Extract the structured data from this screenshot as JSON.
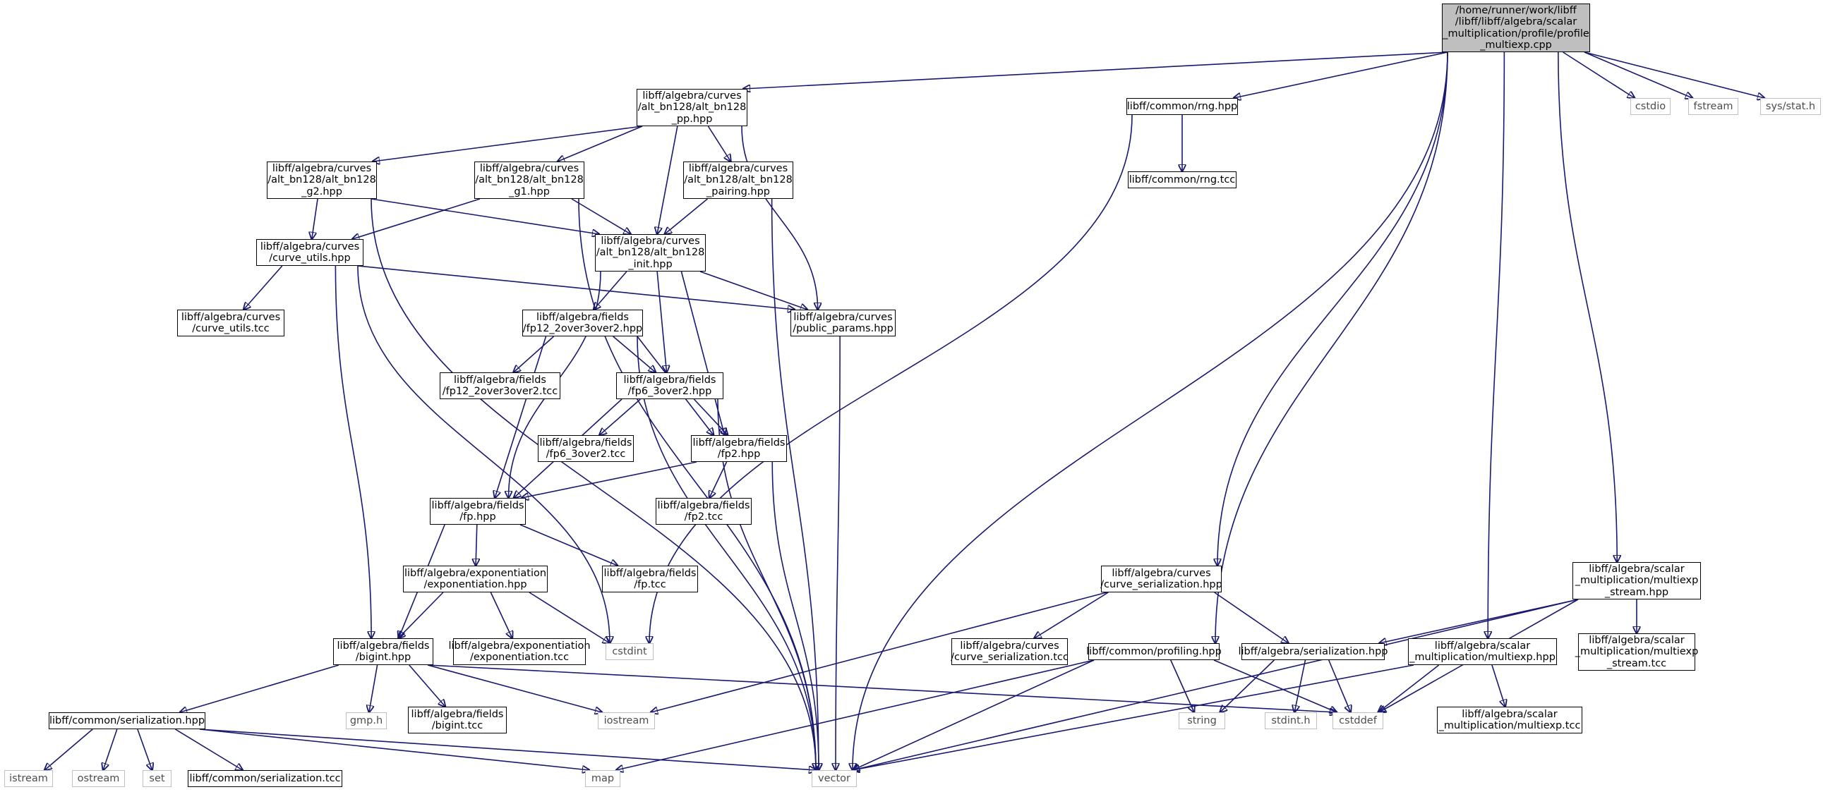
{
  "graph": {
    "title": "/home/runner/work/libff/libff/libff/algebra/scalar_multiplication/profile/profile_multiexp.cpp",
    "nodes": [
      {
        "id": "root",
        "kind": "root",
        "lines": [
          "/home/runner/work/libff",
          "/libff/libff/algebra/scalar",
          "_multiplication/profile/profile",
          "_multiexp.cpp"
        ]
      },
      {
        "id": "pp",
        "kind": "file",
        "lines": [
          "libff/algebra/curves",
          "/alt_bn128/alt_bn128",
          "_pp.hpp"
        ]
      },
      {
        "id": "rng",
        "kind": "file",
        "lines": [
          "libff/common/rng.hpp"
        ]
      },
      {
        "id": "rngtcc",
        "kind": "file",
        "lines": [
          "libff/common/rng.tcc"
        ]
      },
      {
        "id": "cstdio",
        "kind": "ext",
        "lines": [
          "cstdio"
        ]
      },
      {
        "id": "fstream",
        "kind": "ext",
        "lines": [
          "fstream"
        ]
      },
      {
        "id": "sysstat",
        "kind": "ext",
        "lines": [
          "sys/stat.h"
        ]
      },
      {
        "id": "g2",
        "kind": "file",
        "lines": [
          "libff/algebra/curves",
          "/alt_bn128/alt_bn128",
          "_g2.hpp"
        ]
      },
      {
        "id": "g1",
        "kind": "file",
        "lines": [
          "libff/algebra/curves",
          "/alt_bn128/alt_bn128",
          "_g1.hpp"
        ]
      },
      {
        "id": "pairing",
        "kind": "file",
        "lines": [
          "libff/algebra/curves",
          "/alt_bn128/alt_bn128",
          "_pairing.hpp"
        ]
      },
      {
        "id": "curveutils",
        "kind": "file",
        "lines": [
          "libff/algebra/curves",
          "/curve_utils.hpp"
        ]
      },
      {
        "id": "init",
        "kind": "file",
        "lines": [
          "libff/algebra/curves",
          "/alt_bn128/alt_bn128",
          "_init.hpp"
        ]
      },
      {
        "id": "curveutilstcc",
        "kind": "file",
        "lines": [
          "libff/algebra/curves",
          "/curve_utils.tcc"
        ]
      },
      {
        "id": "fp12",
        "kind": "file",
        "lines": [
          "libff/algebra/fields",
          "/fp12_2over3over2.hpp"
        ]
      },
      {
        "id": "pubparams",
        "kind": "file",
        "lines": [
          "libff/algebra/curves",
          "/public_params.hpp"
        ]
      },
      {
        "id": "fp12tcc",
        "kind": "file",
        "lines": [
          "libff/algebra/fields",
          "/fp12_2over3over2.tcc"
        ]
      },
      {
        "id": "fp6",
        "kind": "file",
        "lines": [
          "libff/algebra/fields",
          "/fp6_3over2.hpp"
        ]
      },
      {
        "id": "fp6tcc",
        "kind": "file",
        "lines": [
          "libff/algebra/fields",
          "/fp6_3over2.tcc"
        ]
      },
      {
        "id": "fp2",
        "kind": "file",
        "lines": [
          "libff/algebra/fields",
          "/fp2.hpp"
        ]
      },
      {
        "id": "fp",
        "kind": "file",
        "lines": [
          "libff/algebra/fields",
          "/fp.hpp"
        ]
      },
      {
        "id": "fp2tcc",
        "kind": "file",
        "lines": [
          "libff/algebra/fields",
          "/fp2.tcc"
        ]
      },
      {
        "id": "exphpp",
        "kind": "file",
        "lines": [
          "libff/algebra/exponentiation",
          "/exponentiation.hpp"
        ]
      },
      {
        "id": "fptcc",
        "kind": "file",
        "lines": [
          "libff/algebra/fields",
          "/fp.tcc"
        ]
      },
      {
        "id": "bigint",
        "kind": "file",
        "lines": [
          "libff/algebra/fields",
          "/bigint.hpp"
        ]
      },
      {
        "id": "exptcc",
        "kind": "file",
        "lines": [
          "libff/algebra/exponentiation",
          "/exponentiation.tcc"
        ]
      },
      {
        "id": "cstdint",
        "kind": "ext",
        "lines": [
          "cstdint"
        ]
      },
      {
        "id": "gmp",
        "kind": "ext",
        "lines": [
          "gmp.h"
        ]
      },
      {
        "id": "biginttcc",
        "kind": "file",
        "lines": [
          "libff/algebra/fields",
          "/bigint.tcc"
        ]
      },
      {
        "id": "iostream",
        "kind": "ext",
        "lines": [
          "iostream"
        ]
      },
      {
        "id": "serhpp",
        "kind": "file",
        "lines": [
          "libff/common/serialization.hpp"
        ]
      },
      {
        "id": "istream",
        "kind": "ext",
        "lines": [
          "istream"
        ]
      },
      {
        "id": "ostream",
        "kind": "ext",
        "lines": [
          "ostream"
        ]
      },
      {
        "id": "set",
        "kind": "ext",
        "lines": [
          "set"
        ]
      },
      {
        "id": "sertcc",
        "kind": "file",
        "lines": [
          "libff/common/serialization.tcc"
        ]
      },
      {
        "id": "map",
        "kind": "ext",
        "lines": [
          "map"
        ]
      },
      {
        "id": "vector",
        "kind": "ext",
        "lines": [
          "vector"
        ]
      },
      {
        "id": "curveser",
        "kind": "file",
        "lines": [
          "libff/algebra/curves",
          "/curve_serialization.hpp"
        ]
      },
      {
        "id": "curvesertcc",
        "kind": "file",
        "lines": [
          "libff/algebra/curves",
          "/curve_serialization.tcc"
        ]
      },
      {
        "id": "profiling",
        "kind": "file",
        "lines": [
          "libff/common/profiling.hpp"
        ]
      },
      {
        "id": "algser",
        "kind": "file",
        "lines": [
          "libff/algebra/serialization.hpp"
        ]
      },
      {
        "id": "string",
        "kind": "ext",
        "lines": [
          "string"
        ]
      },
      {
        "id": "stdinth",
        "kind": "ext",
        "lines": [
          "stdint.h"
        ]
      },
      {
        "id": "cstddef",
        "kind": "ext",
        "lines": [
          "cstddef"
        ]
      },
      {
        "id": "multiexp",
        "kind": "file",
        "lines": [
          "libff/algebra/scalar",
          "_multiplication/multiexp.hpp"
        ]
      },
      {
        "id": "multiexptcc",
        "kind": "file",
        "lines": [
          "libff/algebra/scalar",
          "_multiplication/multiexp.tcc"
        ]
      },
      {
        "id": "mstream",
        "kind": "file",
        "lines": [
          "libff/algebra/scalar",
          "_multiplication/multiexp",
          "_stream.hpp"
        ]
      },
      {
        "id": "mstreamtcc",
        "kind": "file",
        "lines": [
          "libff/algebra/scalar",
          "_multiplication/multiexp",
          "_stream.tcc"
        ]
      }
    ],
    "edges": [
      [
        "root",
        "pp"
      ],
      [
        "root",
        "rng"
      ],
      [
        "root",
        "cstdio"
      ],
      [
        "root",
        "fstream"
      ],
      [
        "root",
        "sysstat"
      ],
      [
        "root",
        "curveser"
      ],
      [
        "root",
        "profiling"
      ],
      [
        "root",
        "multiexp"
      ],
      [
        "root",
        "mstream"
      ],
      [
        "root",
        "vector"
      ],
      [
        "pp",
        "g2"
      ],
      [
        "pp",
        "g1"
      ],
      [
        "pp",
        "pairing"
      ],
      [
        "pp",
        "init"
      ],
      [
        "pp",
        "pubparams"
      ],
      [
        "rng",
        "rngtcc"
      ],
      [
        "rng",
        "cstdint"
      ],
      [
        "g2",
        "curveutils"
      ],
      [
        "g2",
        "init"
      ],
      [
        "g2",
        "vector"
      ],
      [
        "g1",
        "curveutils"
      ],
      [
        "g1",
        "init"
      ],
      [
        "g1",
        "vector"
      ],
      [
        "pairing",
        "init"
      ],
      [
        "pairing",
        "vector"
      ],
      [
        "curveutils",
        "curveutilstcc"
      ],
      [
        "curveutils",
        "pubparams"
      ],
      [
        "curveutils",
        "bigint"
      ],
      [
        "curveutils",
        "cstdint"
      ],
      [
        "init",
        "fp12"
      ],
      [
        "init",
        "fp6"
      ],
      [
        "init",
        "fp2"
      ],
      [
        "init",
        "fp"
      ],
      [
        "init",
        "pubparams"
      ],
      [
        "fp12",
        "fp12tcc"
      ],
      [
        "fp12",
        "fp6"
      ],
      [
        "fp12",
        "fp2"
      ],
      [
        "fp12",
        "fp"
      ],
      [
        "fp12",
        "vector"
      ],
      [
        "fp6",
        "fp6tcc"
      ],
      [
        "fp6",
        "fp2"
      ],
      [
        "fp6",
        "fp"
      ],
      [
        "fp6",
        "vector"
      ],
      [
        "fp2",
        "fp2tcc"
      ],
      [
        "fp2",
        "fp"
      ],
      [
        "fp2",
        "vector"
      ],
      [
        "fp",
        "fptcc"
      ],
      [
        "fp",
        "exphpp"
      ],
      [
        "fp",
        "bigint"
      ],
      [
        "exphpp",
        "exptcc"
      ],
      [
        "exphpp",
        "bigint"
      ],
      [
        "exphpp",
        "cstdint"
      ],
      [
        "bigint",
        "gmp"
      ],
      [
        "bigint",
        "biginttcc"
      ],
      [
        "bigint",
        "iostream"
      ],
      [
        "bigint",
        "serhpp"
      ],
      [
        "bigint",
        "cstddef"
      ],
      [
        "serhpp",
        "istream"
      ],
      [
        "serhpp",
        "ostream"
      ],
      [
        "serhpp",
        "set"
      ],
      [
        "serhpp",
        "sertcc"
      ],
      [
        "serhpp",
        "map"
      ],
      [
        "serhpp",
        "vector"
      ],
      [
        "pubparams",
        "vector"
      ],
      [
        "curveser",
        "curvesertcc"
      ],
      [
        "curveser",
        "algser"
      ],
      [
        "curveser",
        "iostream"
      ],
      [
        "profiling",
        "string"
      ],
      [
        "profiling",
        "cstddef"
      ],
      [
        "profiling",
        "map"
      ],
      [
        "profiling",
        "vector"
      ],
      [
        "algser",
        "string"
      ],
      [
        "algser",
        "stdinth"
      ],
      [
        "algser",
        "cstddef"
      ],
      [
        "multiexp",
        "multiexptcc"
      ],
      [
        "multiexp",
        "cstddef"
      ],
      [
        "multiexp",
        "vector"
      ],
      [
        "mstream",
        "mstreamtcc"
      ],
      [
        "mstream",
        "algser"
      ],
      [
        "mstream",
        "cstddef"
      ],
      [
        "mstream",
        "vector"
      ]
    ]
  }
}
